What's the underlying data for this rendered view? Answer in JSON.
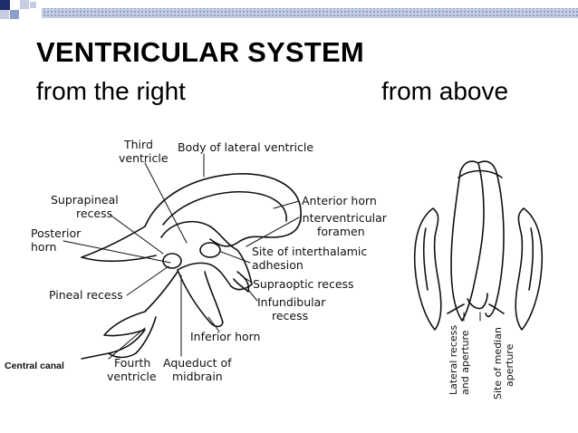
{
  "slide": {
    "title": "VENTRICULAR SYSTEM",
    "subtitle_left": "from the right",
    "subtitle_right": "from above",
    "accent_colors": [
      "#1f2d6b",
      "#8fa0c8",
      "#c5cde3"
    ]
  },
  "lateral_view_labels": {
    "third_ventricle": [
      "Third",
      "ventricle"
    ],
    "body_lateral": "Body of lateral ventricle",
    "suprapineal": [
      "Suprapineal",
      "recess"
    ],
    "anterior_horn": "Anterior horn",
    "interventricular": [
      "Interventricular",
      "foramen"
    ],
    "posterior_horn": [
      "Posterior",
      "horn"
    ],
    "interthalamic": [
      "Site of interthalamic",
      "adhesion"
    ],
    "supraoptic": "Supraoptic recess",
    "pineal": "Pineal recess",
    "infundibular": [
      "Infundibular",
      "recess"
    ],
    "inferior_horn": "Inferior horn",
    "central_canal": "Central canal",
    "fourth_ventricle": [
      "Fourth",
      "ventricle"
    ],
    "aqueduct": [
      "Aqueduct of",
      "midbrain"
    ]
  },
  "superior_view_labels": {
    "lateral_recess": [
      "Lateral recess",
      "and aperture"
    ],
    "median_aperture": [
      "Site of median",
      "aperture"
    ]
  }
}
